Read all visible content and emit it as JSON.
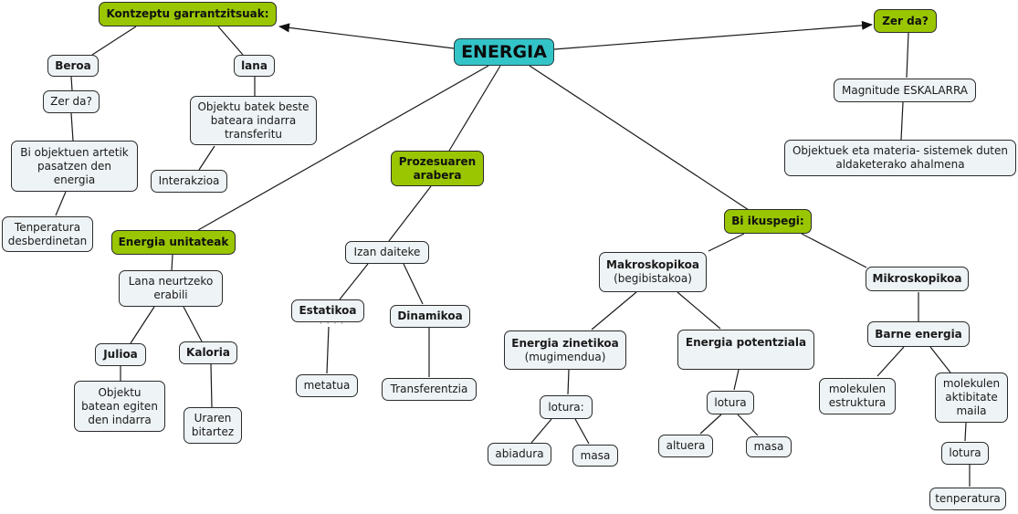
{
  "diagram": {
    "title": "ENERGIA",
    "colors": {
      "root": "#33c4c8",
      "category": "#99c600",
      "concept": "#eef3f5",
      "border": "#2b2b2b",
      "line": "#1a1a1a"
    },
    "nodes": {
      "energia": "ENERGIA",
      "kontzeptu": "Kontzeptu garrantzitsuak:",
      "zer_da_right": "Zer da?",
      "magnitude": "Magnitude ESKALARRA",
      "objektuek": "Objektuek eta materia- sistemek duten aldaketerako ahalmena",
      "beroa": "Beroa",
      "zer_da_left": "Zer da?",
      "bi_objektuen": "Bi objektuen artetik pasatzen den energia",
      "tenperatura": "Tenperatura desberdinetan",
      "lana": "lana",
      "objektu_batek": "Objektu batek beste bateara indarra transferitu",
      "interakzioa": "Interakzioa",
      "energia_unitateak": "Energia unitateak",
      "lana_neurtzeko": "Lana neurtzeko erabili",
      "julioa": "Julioa",
      "objektu_batean": "Objektu batean egiten den indarra",
      "kaloria": "Kaloria",
      "uraren": "Uraren bitartez",
      "prozesuaren": "Prozesuaren arabera",
      "izan_daiteke": "Izan daiteke",
      "estatikoa": "Estatikoa",
      "estatikoa_dots": "· · · ·",
      "metatua": "metatua",
      "dinamikoa": "Dinamikoa",
      "transferentzia": "Transferentzia",
      "bi_ikuspegi": "Bi ikuspegi:",
      "makroskopikoa": "Makroskopikoa",
      "makroskopikoa_sub": "(begibistakoa)",
      "energia_zinetikoa": "Energia zinetikoa",
      "energia_zinetikoa_sub": "(mugimendua)",
      "lotura_zin": "lotura:",
      "abiadura": "abiadura",
      "masa_zin": "masa",
      "energia_potentziala": "Energia potentziala",
      "lotura_pot": "lotura",
      "altuera": "altuera",
      "masa_pot": "masa",
      "mikroskopikoa": "Mikroskopikoa",
      "barne_energia": "Barne energia",
      "molekulen_estruktura": "molekulen estruktura",
      "molekulen_aktibitate": "molekulen aktibitate maila",
      "lotura_mik": "lotura",
      "tenperatura_mik": "tenperatura"
    }
  }
}
